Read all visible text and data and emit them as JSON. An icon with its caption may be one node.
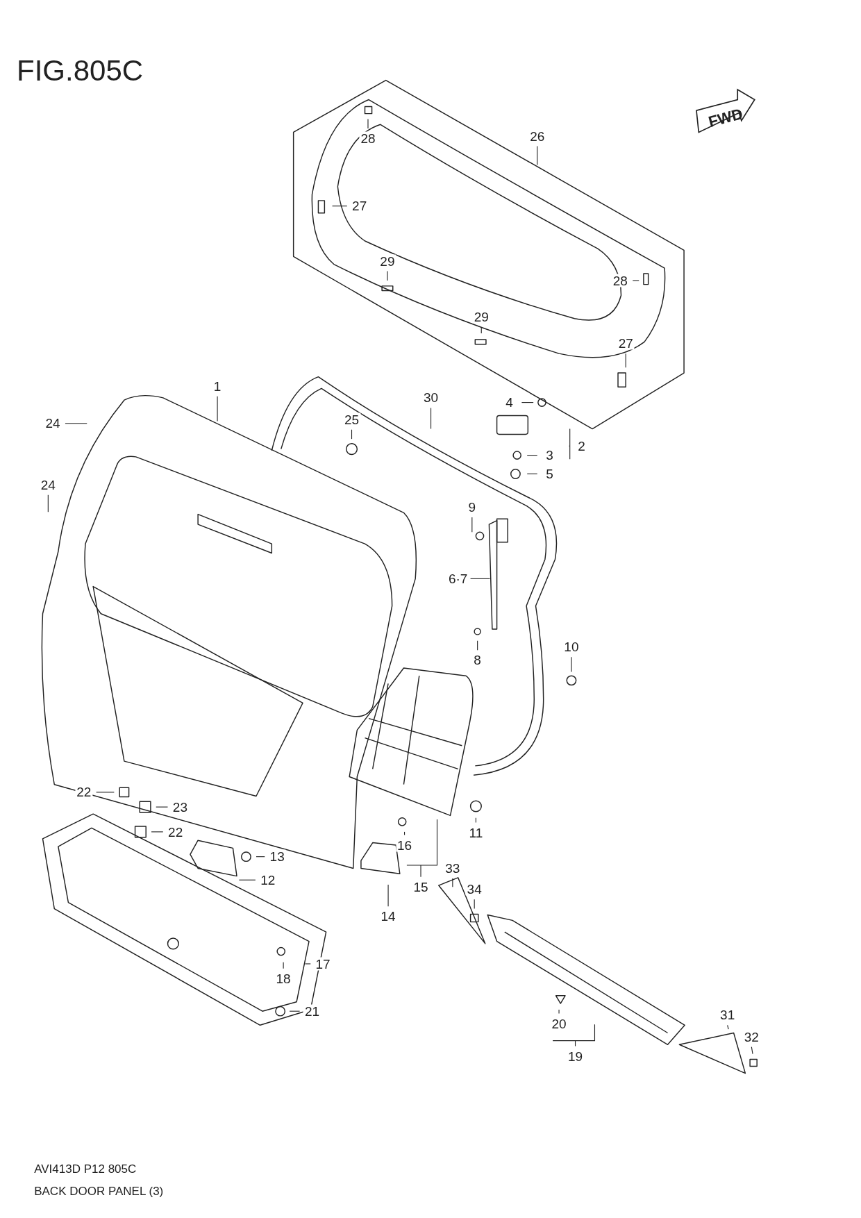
{
  "diagram": {
    "title": "FIG.805C",
    "nodes": [
      {
        "text": [
          "1"
        ]
      },
      {
        "text": [
          "24"
        ]
      },
      {
        "text": [
          "24"
        ]
      },
      {
        "text": [
          "30"
        ]
      },
      {
        "text": [
          "25"
        ]
      },
      {
        "text": [
          "4"
        ]
      },
      {
        "text": [
          "2"
        ]
      },
      {
        "text": [
          "3"
        ]
      },
      {
        "text": [
          "5"
        ]
      },
      {
        "text": [
          "9"
        ]
      },
      {
        "text": [
          "6·7"
        ]
      },
      {
        "text": [
          "8"
        ]
      },
      {
        "text": [
          "10"
        ]
      },
      {
        "text": [
          "11"
        ]
      },
      {
        "text": [
          "16"
        ]
      },
      {
        "text": [
          "15"
        ]
      },
      {
        "text": [
          "14"
        ]
      },
      {
        "text": [
          "13"
        ]
      },
      {
        "text": [
          "12"
        ]
      },
      {
        "text": [
          "22"
        ]
      },
      {
        "text": [
          "23"
        ]
      },
      {
        "text": [
          "22"
        ]
      },
      {
        "text": [
          "33"
        ]
      },
      {
        "text": [
          "34"
        ]
      },
      {
        "text": [
          "17"
        ]
      },
      {
        "text": [
          "18"
        ]
      },
      {
        "text": [
          "21"
        ]
      },
      {
        "text": [
          "20"
        ]
      },
      {
        "text": [
          "19"
        ]
      },
      {
        "text": [
          "31"
        ]
      },
      {
        "text": [
          "32"
        ]
      },
      {
        "text": [
          "26"
        ]
      },
      {
        "text": [
          "28"
        ]
      },
      {
        "text": [
          "27"
        ]
      },
      {
        "text": [
          "29"
        ]
      },
      {
        "text": [
          "29"
        ]
      },
      {
        "text": [
          "28"
        ]
      },
      {
        "text": [
          "27"
        ]
      }
    ],
    "edges": [
      {
        "from": 0,
        "to": null,
        "arrow": "none"
      },
      {
        "from": 1,
        "to": null,
        "arrow": "none"
      },
      {
        "from": 2,
        "to": null,
        "arrow": "none"
      },
      {
        "from": 3,
        "to": null,
        "arrow": "none"
      },
      {
        "from": 4,
        "to": null,
        "arrow": "none"
      },
      {
        "from": 5,
        "to": null,
        "arrow": "none"
      },
      {
        "from": 6,
        "to": null,
        "arrow": "none"
      },
      {
        "from": 7,
        "to": null,
        "arrow": "none"
      },
      {
        "from": 8,
        "to": null,
        "arrow": "none"
      },
      {
        "from": 9,
        "to": null,
        "arrow": "none"
      },
      {
        "from": 10,
        "to": null,
        "arrow": "none"
      },
      {
        "from": 11,
        "to": null,
        "arrow": "none"
      },
      {
        "from": 12,
        "to": null,
        "arrow": "none"
      },
      {
        "from": 13,
        "to": null,
        "arrow": "none"
      },
      {
        "from": 14,
        "to": null,
        "arrow": "none"
      },
      {
        "from": 15,
        "to": null,
        "arrow": "none"
      },
      {
        "from": 16,
        "to": null,
        "arrow": "none"
      },
      {
        "from": 17,
        "to": null,
        "arrow": "none"
      },
      {
        "from": 18,
        "to": null,
        "arrow": "none"
      },
      {
        "from": 19,
        "to": null,
        "arrow": "none"
      },
      {
        "from": 20,
        "to": null,
        "arrow": "none"
      },
      {
        "from": 21,
        "to": null,
        "arrow": "none"
      },
      {
        "from": 22,
        "to": null,
        "arrow": "none"
      },
      {
        "from": 23,
        "to": null,
        "arrow": "none"
      },
      {
        "from": 24,
        "to": null,
        "arrow": "none"
      },
      {
        "from": 25,
        "to": null,
        "arrow": "none"
      },
      {
        "from": 26,
        "to": null,
        "arrow": "none"
      },
      {
        "from": 27,
        "to": null,
        "arrow": "none"
      },
      {
        "from": 28,
        "to": null,
        "arrow": "none"
      },
      {
        "from": 29,
        "to": null,
        "arrow": "none"
      },
      {
        "from": 30,
        "to": null,
        "arrow": "none"
      },
      {
        "from": 31,
        "to": null,
        "arrow": "none"
      },
      {
        "from": 32,
        "to": null,
        "arrow": "none"
      },
      {
        "from": 33,
        "to": null,
        "arrow": "none"
      },
      {
        "from": 34,
        "to": null,
        "arrow": "none"
      },
      {
        "from": 35,
        "to": null,
        "arrow": "none"
      },
      {
        "from": 36,
        "to": null,
        "arrow": "none"
      },
      {
        "from": 37,
        "to": null,
        "arrow": "none"
      }
    ],
    "labels": [
      "FWD",
      "AVI413D P12 805C",
      "BACK DOOR PANEL (3)"
    ]
  }
}
